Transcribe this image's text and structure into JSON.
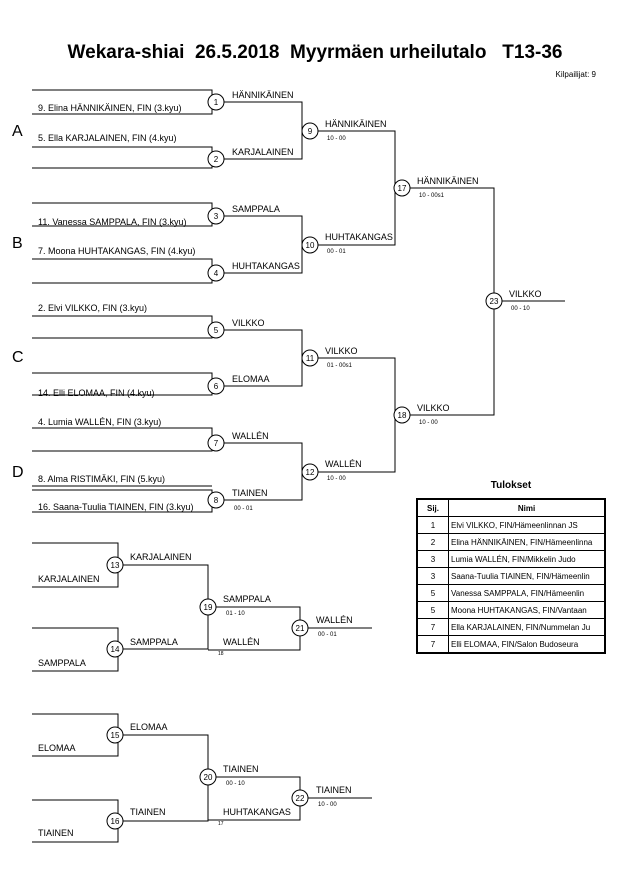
{
  "title": "Wekara-shiai  26.5.2018  Myyrmäen urheilutalo   T13-36",
  "competitors_count": "Kilpailijat: 9",
  "groups": [
    "A",
    "B",
    "C",
    "D"
  ],
  "entrants": [
    "9. Elina HÄNNIKÄINEN, FIN (3.kyu)",
    "5. Ella KARJALAINEN, FIN (4.kyu)",
    "11. Vanessa SAMPPALA, FIN (3.kyu)",
    "7. Moona HUHTAKANGAS, FIN (4.kyu)",
    "2. Elvi VILKKO, FIN (3.kyu)",
    "14. Elli ELOMAA, FIN (4.kyu)",
    "4. Lumia WALLÉN, FIN (3.kyu)",
    "8. Alma RISTIMÄKI, FIN (5.kyu)",
    "16. Saana-Tuulia TIAINEN, FIN (3.kyu)"
  ],
  "match_numbers": [
    "1",
    "2",
    "3",
    "4",
    "5",
    "6",
    "7",
    "8",
    "9",
    "10",
    "11",
    "12",
    "13",
    "14",
    "15",
    "16",
    "17",
    "18",
    "19",
    "20",
    "21",
    "22",
    "23"
  ],
  "winners": {
    "m1": "HÄNNIKÄINEN",
    "m2": "KARJALAINEN",
    "m3": "SAMPPALA",
    "m4": "HUHTAKANGAS",
    "m5": "VILKKO",
    "m6": "ELOMAA",
    "m7": "WALLÉN",
    "m8": "TIAINEN",
    "m9": "HÄNNIKÄINEN",
    "m10": "HUHTAKANGAS",
    "m11": "VILKKO",
    "m12": "WALLÉN",
    "m17": "HÄNNIKÄINEN",
    "m18": "VILKKO",
    "m23": "VILKKO",
    "m13": "KARJALAINEN",
    "m14": "SAMPPALA",
    "m19": "SAMPPALA",
    "m21": "WALLÉN",
    "m15": "ELOMAA",
    "m16": "TIAINEN",
    "m20": "TIAINEN",
    "m22": "TIAINEN"
  },
  "scores": {
    "m8": "00 - 01",
    "m9": "10 - 00",
    "m10": "00 - 01",
    "m11": "01 - 00s1",
    "m12": "10 - 00",
    "m17": "10 - 00s1",
    "m18": "10 - 00",
    "m23": "00 - 10",
    "m19": "01 - 10",
    "m21": "00 - 01",
    "m20": "00 - 10",
    "m22": "10 - 00"
  },
  "repechage_entrants": {
    "r13": "KARJALAINEN",
    "r14": "SAMPPALA",
    "r15": "ELOMAA",
    "r16": "TIAINEN",
    "r19_in": "WALLÉN",
    "r19_ref": "18",
    "r20_in": "HUHTAKANGAS",
    "r20_ref": "17"
  },
  "results": {
    "title": "Tulokset",
    "headers": [
      "Sij.",
      "Nimi"
    ],
    "rows": [
      [
        "1",
        "Elvi VILKKO, FIN/Hämeenlinnan JS"
      ],
      [
        "2",
        "Elina HÄNNIKÄINEN, FIN/Hämeenlinna"
      ],
      [
        "3",
        "Lumia WALLÉN, FIN/Mikkelin Judo"
      ],
      [
        "3",
        "Saana-Tuulia TIAINEN, FIN/Hämeenlin"
      ],
      [
        "5",
        "Vanessa SAMPPALA, FIN/Hämeenlin"
      ],
      [
        "5",
        "Moona HUHTAKANGAS, FIN/Vantaan"
      ],
      [
        "7",
        "Ella KARJALAINEN, FIN/Nummelan Ju"
      ],
      [
        "7",
        "Elli ELOMAA, FIN/Salon Budoseura"
      ]
    ]
  }
}
